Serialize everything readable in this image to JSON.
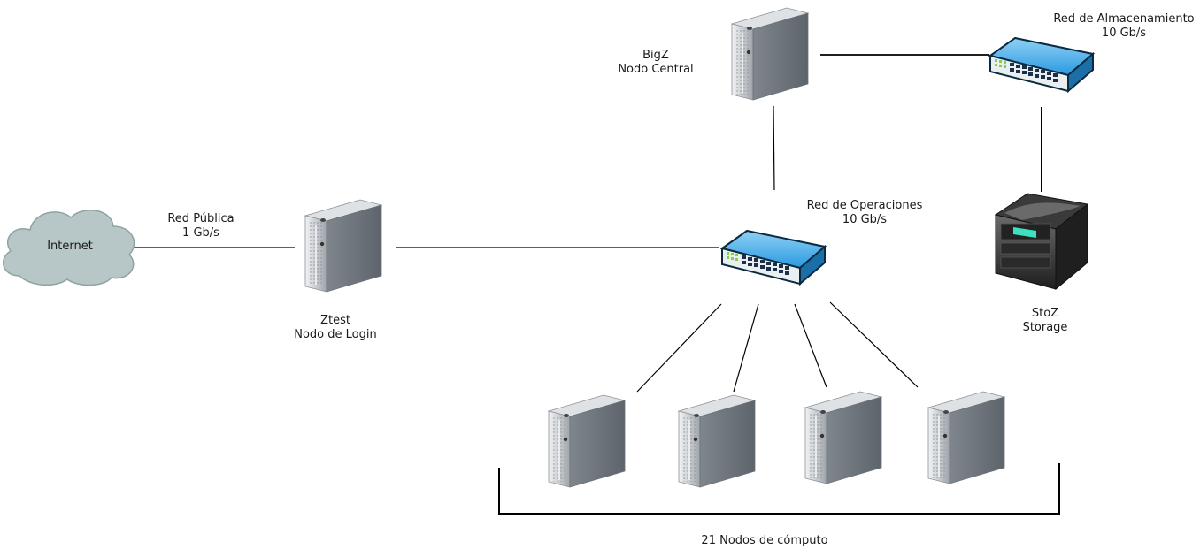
{
  "nodes": {
    "internet": {
      "label": "Internet"
    },
    "bigz": {
      "name": "BigZ",
      "role": "Nodo Central"
    },
    "ztest": {
      "name": "Ztest",
      "role": "Nodo de Login"
    },
    "stoz": {
      "name": "StoZ",
      "role": "Storage"
    }
  },
  "networks": {
    "public": {
      "name": "Red Pública",
      "speed": "1 Gb/s"
    },
    "operations": {
      "name": "Red de Operaciones",
      "speed": "10 Gb/s"
    },
    "storage": {
      "name": "Red de Almacenamiento",
      "speed": "10 Gb/s"
    }
  },
  "compute": {
    "label": "21 Nodos de cómputo"
  },
  "colors": {
    "cloud": "#b7c7c7",
    "switch_blue": "#1e8fd6",
    "server_gray": "#9aa0a6",
    "line": "#000000"
  }
}
